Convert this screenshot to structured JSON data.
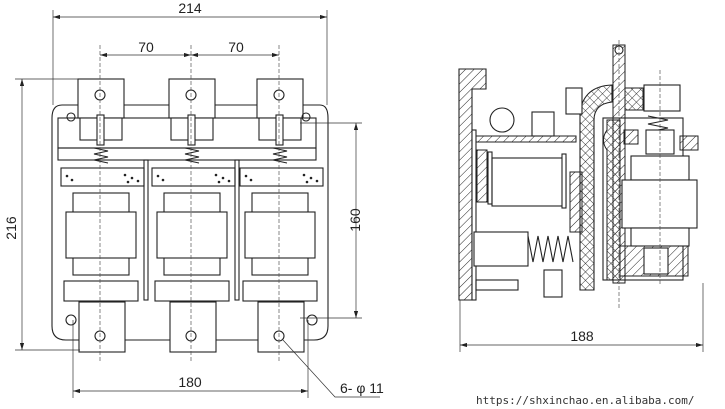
{
  "front_view": {
    "dim_overall_width": "214",
    "dim_pole_spacing_left": "70",
    "dim_pole_spacing_right": "70",
    "dim_overall_height": "216",
    "dim_mount_height": "160",
    "dim_mount_width": "180",
    "dim_holes": "6- φ 11"
  },
  "side_view": {
    "dim_depth": "188"
  },
  "watermark": "https://shxinchao.en.alibaba.com/"
}
